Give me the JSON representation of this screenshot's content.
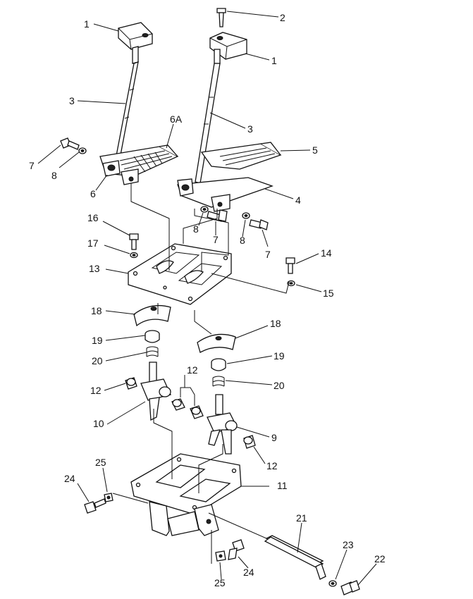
{
  "callouts": [
    "1",
    "2",
    "1",
    "3",
    "3",
    "6A",
    "5",
    "7",
    "8",
    "6",
    "4",
    "8",
    "7",
    "8",
    "7",
    "16",
    "17",
    "13",
    "14",
    "15",
    "18",
    "18",
    "19",
    "20",
    "19",
    "12",
    "20",
    "12",
    "10",
    "9",
    "12",
    "25",
    "11",
    "24",
    "21",
    "23",
    "22",
    "24",
    "25"
  ]
}
